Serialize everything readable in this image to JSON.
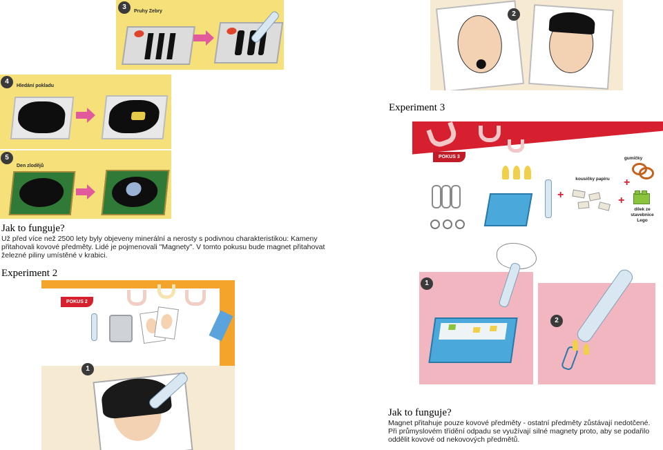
{
  "left": {
    "step3": {
      "number": "3",
      "title": "Pruhy Zebry"
    },
    "step4": {
      "number": "4",
      "title": "Hledání pokladu"
    },
    "step5": {
      "number": "5",
      "title": "Den zlodějů"
    },
    "section1": {
      "heading": "Jak to funguje?",
      "lines": [
        "Už před více než 2500 lety byly objeveny minerální a nerosty s podivnou charakteristikou: Kameny",
        "přitahovali kovové předměty. Lidé je pojmenovali \"Magnety\". V tomto pokusu bude magnet přitahovat",
        "železné piliny umístěné v krabici."
      ]
    },
    "experiment2": {
      "heading": "Experiment 2",
      "tag": "POKUS 2",
      "step_number": "1"
    }
  },
  "right": {
    "faces": {
      "step_number": "2"
    },
    "experiment3": {
      "heading": "Experiment 3",
      "tag": "POKUS 3",
      "labels": {
        "paper": "kousíčky papíru",
        "rubber": "gumičky",
        "lego": "dílek ze\nstavebnice\nLego"
      },
      "step1": "1",
      "step2": "2"
    },
    "section2": {
      "heading": "Jak to funguje?",
      "lines": [
        "Magnet přitahuje pouze kovové předměty - ostatní předměty zůstávají nedotčené.",
        "Při průmyslovém třídění odpadu se využívají silné magnety proto, aby se podařilo",
        "oddělit kovové od nekovových předmětů."
      ]
    }
  },
  "colors": {
    "yellow": "#f5e07a",
    "orange": "#f3a42a",
    "red": "#d6202f",
    "pink": "#f2b6c0",
    "beige": "#f7ead3",
    "blue": "#6fb6e0"
  }
}
